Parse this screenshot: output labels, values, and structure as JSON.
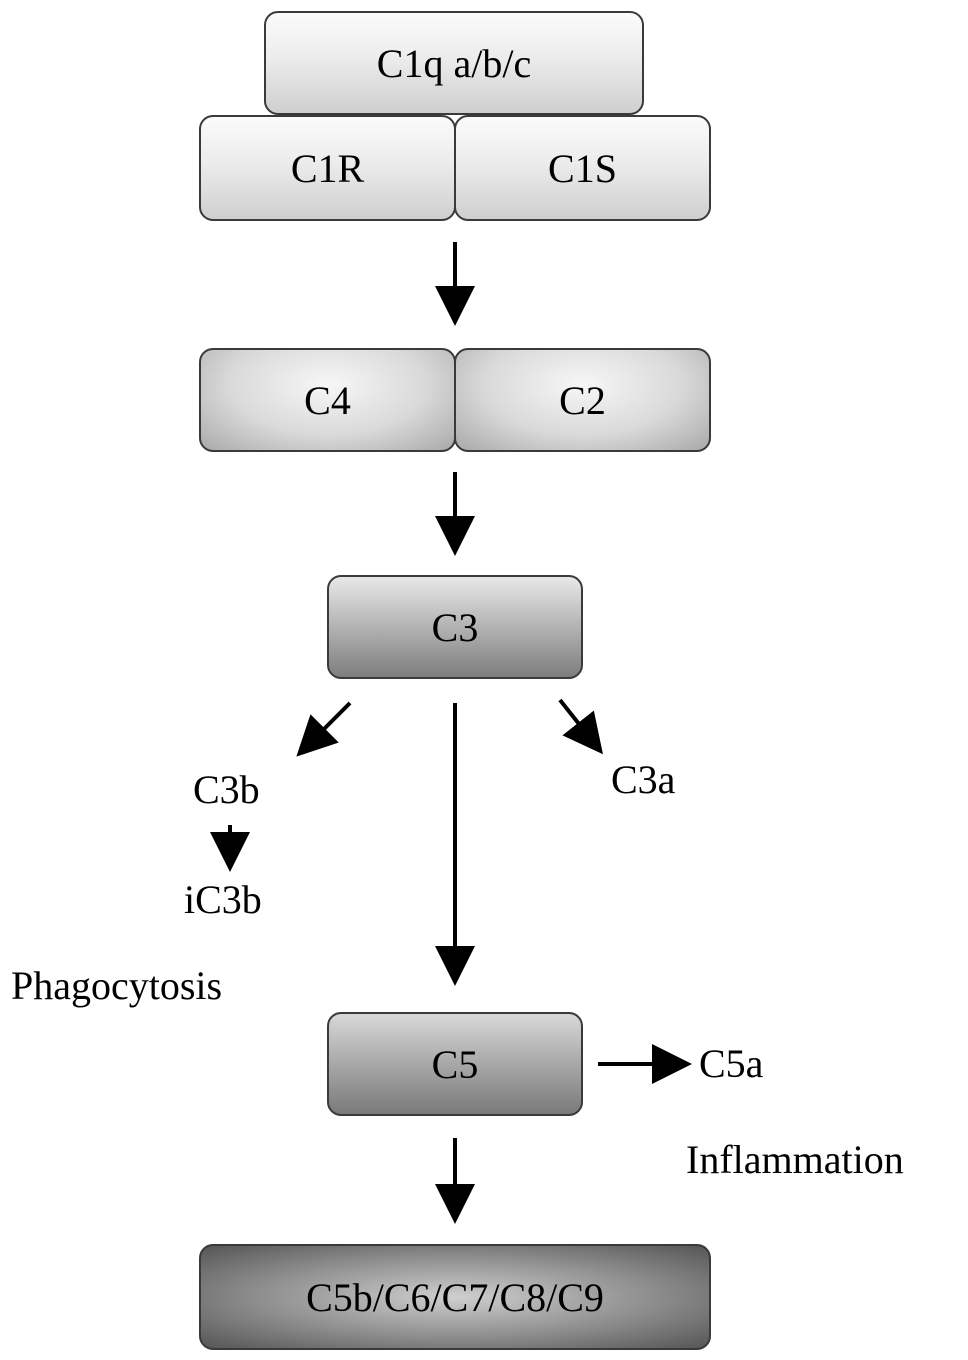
{
  "nodes": {
    "c1q": "C1q a/b/c",
    "c1r": "C1R",
    "c1s": "C1S",
    "c4": "C4",
    "c2": "C2",
    "c3": "C3",
    "c3b": "C3b",
    "ic3b": "iC3b",
    "c3a": "C3a",
    "c5": "C5",
    "c5a": "C5a",
    "mac": "C5b/C6/C7/C8/C9"
  },
  "outcomes": {
    "phagocytosis": "Phagocytosis",
    "inflammation": "Inflammation"
  }
}
